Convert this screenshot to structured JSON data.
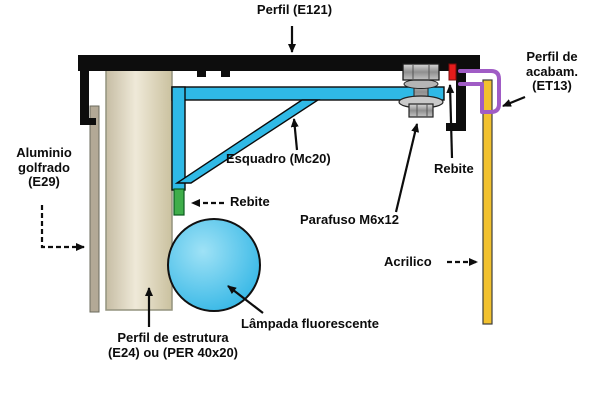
{
  "labels": {
    "perfil_e121": "Perfil (E121)",
    "perfil_acabamento": "Perfil de\nacabam.\n(ET13)",
    "aluminio": "Aluminio\ngolfrado\n(E29)",
    "esquadro": "Esquadro (Mc20)",
    "rebite_left": "Rebite",
    "parafuso": "Parafuso M6x12",
    "rebite_right": "Rebite",
    "acrilico": "Acrilico",
    "perfil_estrutura": "Perfil de estrutura\n(E24) ou (PER 40x20)",
    "lampada": "Lâmpada fluorescente"
  },
  "colors": {
    "bracket_cyan": "#2fb9e6",
    "lamp_cyan": "#45c3ec",
    "structure_tan": "#ddd4bd",
    "aluminum_gray": "#b3a996",
    "acrylic_yellow": "#f2c12e",
    "rivet_green": "#3fae4a",
    "rivet_red": "#e51c1c",
    "finish_purple": "#a05cc5",
    "profile_black": "#0d0d0d",
    "arrow_black": "#0d0d0d"
  }
}
